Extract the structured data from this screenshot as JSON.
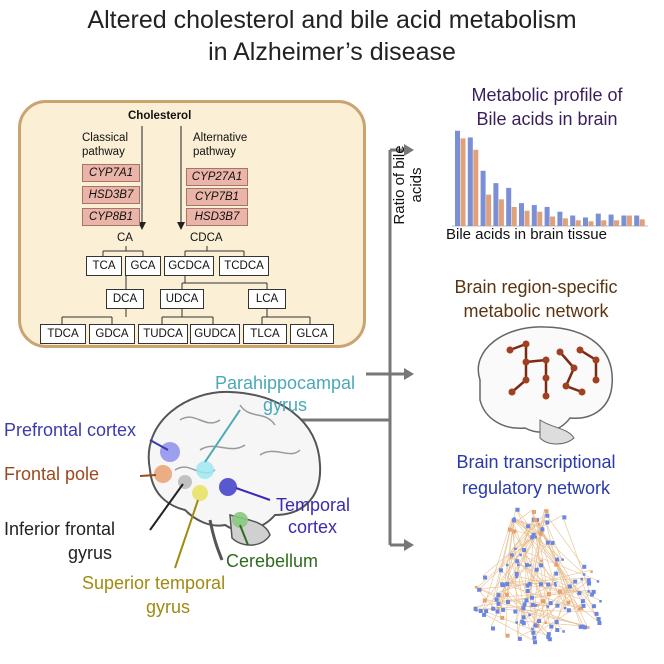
{
  "title": {
    "line1": "Altered cholesterol and bile acid metabolism",
    "line2": "in Alzheimer’s disease"
  },
  "pathway": {
    "cholesterol": "Cholesterol",
    "classical_label_1": "Classical",
    "classical_label_2": "pathway",
    "alternative_label_1": "Alternative",
    "alternative_label_2": "pathway",
    "classical_enzymes": [
      "CYP7A1",
      "HSD3B7",
      "CYP8B1"
    ],
    "alternative_enzymes": [
      "CYP27A1",
      "CYP7B1",
      "HSD3B7"
    ],
    "primary": [
      "CA",
      "CDCA"
    ],
    "conjugates": [
      "TCA",
      "GCA",
      "GCDCA",
      "TCDCA"
    ],
    "secondary": [
      "DCA",
      "UDCA",
      "LCA"
    ],
    "secondary_conjugates": [
      "TDCA",
      "GDCA",
      "TUDCA",
      "GUDCA",
      "TLCA",
      "GLCA"
    ],
    "colors": {
      "panel_bg": "#fbefd6",
      "panel_border": "#c9a46e",
      "enzyme_bg": "#eab4a8"
    }
  },
  "brain_regions": {
    "parahippocampal": {
      "line1": "Parahippocampal",
      "line2": "gyrus",
      "color": "#4aa8b8"
    },
    "prefrontal": {
      "text": "Prefrontal cortex",
      "color": "#3b3bb0"
    },
    "frontal_pole": {
      "text": "Frontal pole",
      "color": "#9a4a1e"
    },
    "inferior_frontal": {
      "line1": "Inferior frontal",
      "line2": "gyrus",
      "color": "#222222"
    },
    "temporal_cortex": {
      "line1": "Temporal",
      "line2": "cortex",
      "color": "#3a2ab0"
    },
    "cerebellum": {
      "text": "Cerebellum",
      "color": "#2e6b1e"
    },
    "superior_temporal": {
      "line1": "Superior temporal",
      "line2": "gyrus",
      "color": "#a08a10"
    }
  },
  "outputs": {
    "metabolic_profile": {
      "line1": "Metabolic profile of",
      "line2": "Bile acids in brain",
      "color": "#3a1f5c"
    },
    "metabolic_network": {
      "line1": "Brain region-specific",
      "line2": "metabolic network",
      "color": "#5a3510"
    },
    "transcriptional_network": {
      "line1": "Brain transcriptional",
      "line2": "regulatory network",
      "color": "#2a3aa8"
    }
  },
  "chart_data": {
    "type": "bar",
    "xlabel": "Bile acids in brain tissue",
    "ylabel": "Ratio of bile acids",
    "series": [
      {
        "values": [
          1.0,
          0.93,
          0.58,
          0.45,
          0.4,
          0.24,
          0.22,
          0.2,
          0.15,
          0.11,
          0.09,
          0.13,
          0.12,
          0.11,
          0.11
        ],
        "color": "#7b8fd4"
      },
      {
        "values": [
          0.92,
          0.8,
          0.33,
          0.28,
          0.2,
          0.16,
          0.15,
          0.1,
          0.08,
          0.06,
          0.05,
          0.06,
          0.06,
          0.11,
          0.07
        ],
        "color": "#e0a07a"
      }
    ],
    "ylim": [
      0,
      1.05
    ]
  }
}
